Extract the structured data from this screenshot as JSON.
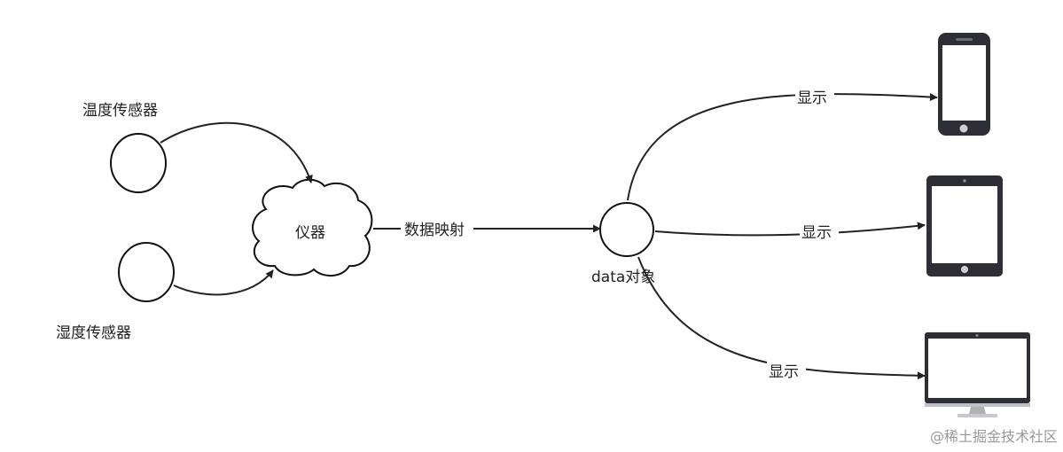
{
  "nodes": {
    "sensor_top": {
      "label": "温度传感器"
    },
    "sensor_bottom": {
      "label": "湿度传感器"
    },
    "instrument": {
      "label": "仪器"
    },
    "data_object": {
      "label": "data对象"
    }
  },
  "edges": {
    "mapping": {
      "label": "数据映射"
    },
    "to_phone": {
      "label": "显示"
    },
    "to_tablet": {
      "label": "显示"
    },
    "to_monitor": {
      "label": "显示"
    }
  },
  "watermark": {
    "text": "@稀土掘金技术社区"
  },
  "colors": {
    "stroke": "#222222",
    "device_body": "#2e2f36",
    "device_screen": "#ffffff"
  },
  "icons": {
    "phone": "smartphone-icon",
    "tablet": "tablet-icon",
    "monitor": "monitor-icon"
  }
}
